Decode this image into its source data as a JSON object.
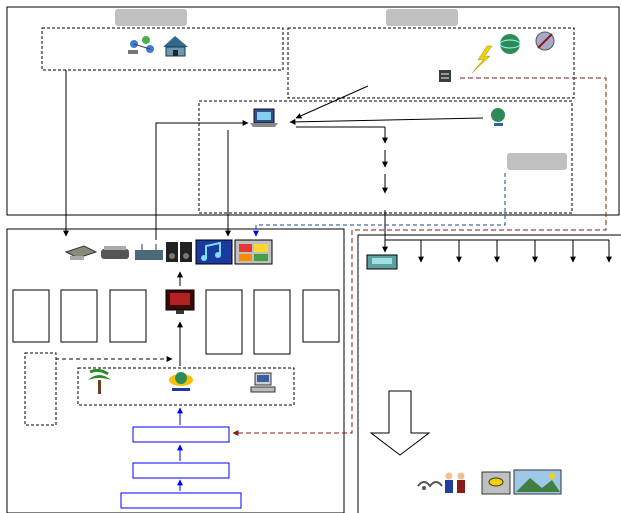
{
  "diagram": {
    "top_left_tab": "",
    "top_right_tab": "",
    "status_tab": "",
    "upper_panel": {
      "left_group_icons": [
        "network-people-icon",
        "house-icon"
      ],
      "right_group_icons": [
        "lightning-icon",
        "globe-icon",
        "satellite-dish-icon",
        "server-icon"
      ],
      "hub_icons": [
        "laptop-icon",
        "globe-small-icon"
      ],
      "arrow_chain_count": 3
    },
    "lower_left_panel": {
      "media_icons": [
        "scanner-icon",
        "printer-icon",
        "router-icon",
        "speakers-icon",
        "music-icon",
        "gallery-icon"
      ],
      "center_icon": "cinema-icon",
      "input_icons": [
        "palm-tree-icon",
        "globe-stand-icon",
        "computer-icon"
      ],
      "stack_box_count": 3,
      "side_box_count": 6
    },
    "lower_right_panel": {
      "source_icon": "monitor-icon",
      "branch_count": 6,
      "output_icons": [
        "handshake-icon",
        "people-icon",
        "sun-icon",
        "landscape-icon"
      ]
    },
    "colors": {
      "outline": "#000000",
      "tab": "#c0c0c0",
      "accent_blue": "#0000ff",
      "dashed_blue": "#1f3f9f",
      "dashed_red": "#8b1a1a"
    }
  }
}
